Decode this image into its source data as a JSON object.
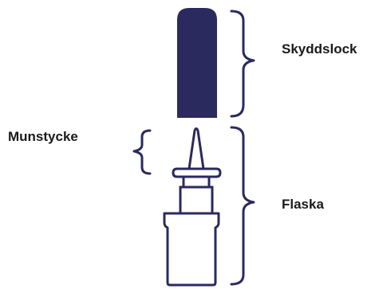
{
  "labels": {
    "cap": "Skyddslock",
    "nozzle": "Munstycke",
    "bottle": "Flaska"
  },
  "colors": {
    "stroke": "#2b2a5e",
    "cap_fill": "#2b2a5e",
    "text": "#1a1a1a",
    "background": "#ffffff"
  }
}
